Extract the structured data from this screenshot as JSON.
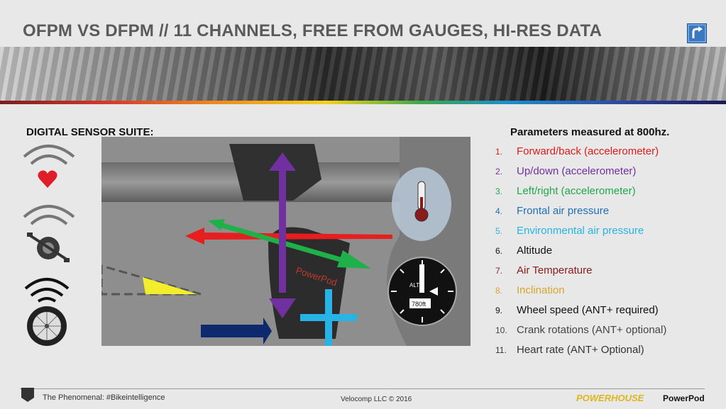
{
  "header": {
    "title": "OFPM VS DFPM // 11 CHANNELS, FREE FROM GAUGES, HI-RES DATA",
    "nav_icon": "return-arrow-icon"
  },
  "left": {
    "suite_title": "DIGITAL SENSOR SUITE:",
    "icons": [
      "wireless-signal-icon",
      "heart-icon",
      "wireless-signal-icon",
      "crankset-icon",
      "wireless-signal-icon",
      "wheel-icon"
    ]
  },
  "figure": {
    "device_brand": "PowerPod",
    "gauge_label": "ALT",
    "gauge_value": "780ft"
  },
  "params": {
    "title": "Parameters measured at 800hz.",
    "items": [
      {
        "num": "1.",
        "label": "Forward/back (accelerometer)",
        "color": "#e01b1b"
      },
      {
        "num": "2.",
        "label": "Up/down (accelerometer)",
        "color": "#7030a0"
      },
      {
        "num": "3.",
        "label": "Left/right (accelerometer)",
        "color": "#1fa84a"
      },
      {
        "num": "4.",
        "label": "Frontal air pressure",
        "color": "#1f6fb8"
      },
      {
        "num": "5.",
        "label": "Environmental air pressure",
        "color": "#27b3e6"
      },
      {
        "num": "6.",
        "label": "Altitude",
        "color": "#111111"
      },
      {
        "num": "7.",
        "label": "Air Temperature",
        "color": "#8b1a1a"
      },
      {
        "num": "8.",
        "label": "Inclination",
        "color": "#d4a72c"
      },
      {
        "num": "9.",
        "label": "Wheel speed (ANT+ required)",
        "color": "#111111"
      },
      {
        "num": "10.",
        "label": "Crank rotations (ANT+ optional)",
        "color": "#444444"
      },
      {
        "num": "11.",
        "label": "Heart rate (ANT+ Optional)",
        "color": "#333333"
      }
    ]
  },
  "footer": {
    "left_text": "The Phenomenal: #Bikeintelligence",
    "center_text": "Velocomp LLC © 2016",
    "brand1": "POWERHOUSE",
    "brand2": "PowerPod"
  }
}
